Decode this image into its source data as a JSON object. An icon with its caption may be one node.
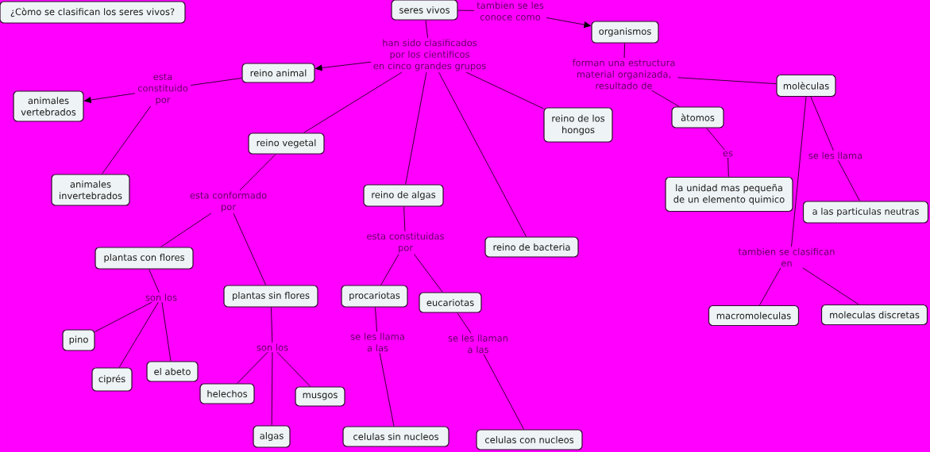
{
  "diagram": {
    "nodes": [
      {
        "text": [
          "¿Còmo se clasifican los seres vivos?"
        ]
      },
      {
        "text": [
          "seres vivos"
        ]
      },
      {
        "text": [
          "tambien se les conoce como"
        ]
      },
      {
        "text": [
          "organismos"
        ]
      },
      {
        "text": [
          "han sido clasificados por los cientificos en cinco grandes grupos"
        ]
      },
      {
        "text": [
          "reino animal"
        ]
      },
      {
        "text": [
          "esta constituido por"
        ]
      },
      {
        "text": [
          "animales vertebrados"
        ]
      },
      {
        "text": [
          "animales invertebrados"
        ]
      },
      {
        "text": [
          "reino vegetal"
        ]
      },
      {
        "text": [
          "esta conformado por"
        ]
      },
      {
        "text": [
          "reino de algas"
        ]
      },
      {
        "text": [
          "reino de los hongos"
        ]
      },
      {
        "text": [
          "reino de bacteria"
        ]
      },
      {
        "text": [
          "plantas con flores"
        ]
      },
      {
        "text": [
          "son los"
        ]
      },
      {
        "text": [
          "plantas sin flores"
        ]
      },
      {
        "text": [
          "pino"
        ]
      },
      {
        "text": [
          "ciprés"
        ]
      },
      {
        "text": [
          "el abeto"
        ]
      },
      {
        "text": [
          "son los"
        ]
      },
      {
        "text": [
          "helechos"
        ]
      },
      {
        "text": [
          "musgos"
        ]
      },
      {
        "text": [
          "algas"
        ]
      },
      {
        "text": [
          "esta constituidas por"
        ]
      },
      {
        "text": [
          "procariotas"
        ]
      },
      {
        "text": [
          "eucariotas"
        ]
      },
      {
        "text": [
          "se les llama a las"
        ]
      },
      {
        "text": [
          "se les llaman a las"
        ]
      },
      {
        "text": [
          "celulas sin nucleos"
        ]
      },
      {
        "text": [
          "celulas con nucleos"
        ]
      },
      {
        "text": [
          "forman una estructura material organizada, resultado de"
        ]
      },
      {
        "text": [
          "molèculas"
        ]
      },
      {
        "text": [
          "àtomos"
        ]
      },
      {
        "text": [
          "es"
        ]
      },
      {
        "text": [
          "la unidad mas pequeña de un elemento quimico"
        ]
      },
      {
        "text": [
          "se les llama"
        ]
      },
      {
        "text": [
          "a las particulas neutras"
        ]
      },
      {
        "text": [
          "tambien se clasifican en"
        ]
      },
      {
        "text": [
          "macromoleculas"
        ]
      },
      {
        "text": [
          "moleculas discretas"
        ]
      }
    ],
    "edges": [
      {
        "from": 1,
        "to": 2,
        "arrow": "none"
      },
      {
        "from": 2,
        "to": 3,
        "arrow": "to"
      },
      {
        "from": 1,
        "to": 4,
        "arrow": "none"
      },
      {
        "from": 4,
        "to": 5,
        "arrow": "to"
      },
      {
        "from": 4,
        "to": 9,
        "arrow": "none"
      },
      {
        "from": 4,
        "to": 11,
        "arrow": "none"
      },
      {
        "from": 4,
        "to": 13,
        "arrow": "none"
      },
      {
        "from": 4,
        "to": 12,
        "arrow": "none"
      },
      {
        "from": 5,
        "to": 6,
        "arrow": "none"
      },
      {
        "from": 6,
        "to": 7,
        "arrow": "to"
      },
      {
        "from": 6,
        "to": 8,
        "arrow": "none"
      },
      {
        "from": 9,
        "to": 10,
        "arrow": "none"
      },
      {
        "from": 10,
        "to": 14,
        "arrow": "none"
      },
      {
        "from": 10,
        "to": 16,
        "arrow": "none"
      },
      {
        "from": 14,
        "to": 15,
        "arrow": "none"
      },
      {
        "from": 15,
        "to": 17,
        "arrow": "none"
      },
      {
        "from": 15,
        "to": 18,
        "arrow": "none"
      },
      {
        "from": 15,
        "to": 19,
        "arrow": "none"
      },
      {
        "from": 16,
        "to": 20,
        "arrow": "none"
      },
      {
        "from": 20,
        "to": 21,
        "arrow": "none"
      },
      {
        "from": 20,
        "to": 23,
        "arrow": "none"
      },
      {
        "from": 20,
        "to": 22,
        "arrow": "none"
      },
      {
        "from": 11,
        "to": 24,
        "arrow": "none"
      },
      {
        "from": 24,
        "to": 25,
        "arrow": "none"
      },
      {
        "from": 24,
        "to": 26,
        "arrow": "none"
      },
      {
        "from": 25,
        "to": 27,
        "arrow": "none"
      },
      {
        "from": 27,
        "to": 29,
        "arrow": "none"
      },
      {
        "from": 26,
        "to": 28,
        "arrow": "none"
      },
      {
        "from": 28,
        "to": 30,
        "arrow": "none"
      },
      {
        "from": 3,
        "to": 31,
        "arrow": "none"
      },
      {
        "from": 31,
        "to": 32,
        "arrow": "none"
      },
      {
        "from": 31,
        "to": 33,
        "arrow": "none"
      },
      {
        "from": 33,
        "to": 34,
        "arrow": "none"
      },
      {
        "from": 34,
        "to": 35,
        "arrow": "none"
      },
      {
        "from": 32,
        "to": 36,
        "arrow": "none"
      },
      {
        "from": 36,
        "to": 37,
        "arrow": "none"
      },
      {
        "from": 32,
        "to": 38,
        "arrow": "none"
      },
      {
        "from": 38,
        "to": 39,
        "arrow": "none"
      },
      {
        "from": 38,
        "to": 40,
        "arrow": "none"
      }
    ]
  }
}
